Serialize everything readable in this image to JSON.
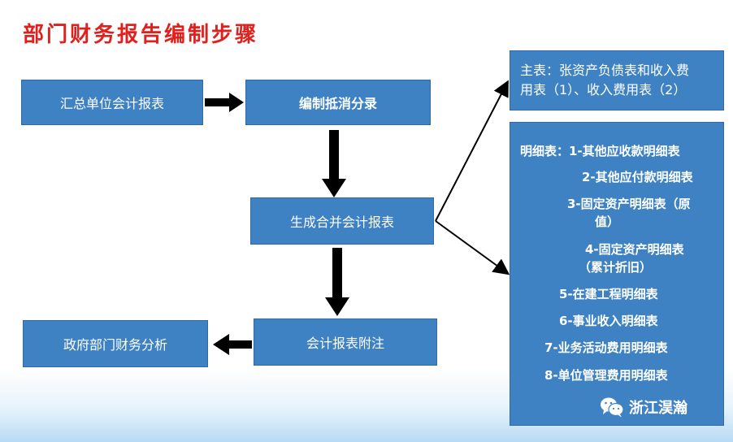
{
  "title": "部门财务报告编制步骤",
  "steps": {
    "summary": "汇总单位会计报表",
    "elimination": "编制抵消分录",
    "consolidated": "生成合并会计报表",
    "notes": "会计报表附注",
    "analysis": "政府部门财务分析"
  },
  "main_statements": {
    "line1": "主表：张资产负债表和收入费",
    "line2": "用表（1）、收入费用表（2）"
  },
  "detail_statements": {
    "lines": [
      "明细表：1-其他应收款明细表",
      "2-其他应付款明细表",
      "3-固定资产明细表（原",
      "值）",
      "4-固定资产明细表",
      "（累计折旧）",
      "5-在建工程明细表",
      "6-事业收入明细表",
      "7-业务活动费用明细表",
      "8-单位管理费用明细表"
    ]
  },
  "watermark": {
    "icon": "wechat-icon",
    "text": "浙江淏瀚"
  }
}
